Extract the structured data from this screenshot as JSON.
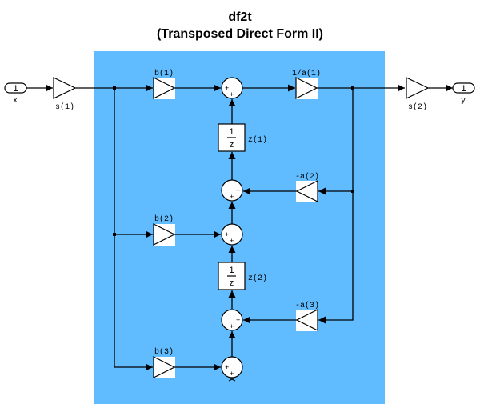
{
  "title": {
    "line1": "df2t",
    "line2": "(Transposed Direct Form II)"
  },
  "colors": {
    "subsystem_background": "#60bcff",
    "block_fill": "#ffffff",
    "line": "#000000"
  },
  "ports": {
    "inport": {
      "number": "1",
      "name": "x"
    },
    "outport": {
      "number": "1",
      "name": "y"
    }
  },
  "gains": {
    "s1": "s(1)",
    "s2": "s(2)",
    "b1": "b(1)",
    "b2": "b(2)",
    "b3": "b(3)",
    "inv_a1": "1/a(1)",
    "neg_a2": "-a(2)",
    "neg_a3": "-a(3)"
  },
  "delays": {
    "z1": {
      "numerator": "1",
      "denominator": "z",
      "label": "z(1)"
    },
    "z2": {
      "numerator": "1",
      "denominator": "z",
      "label": "z(2)"
    }
  },
  "sum_signs": "+"
}
